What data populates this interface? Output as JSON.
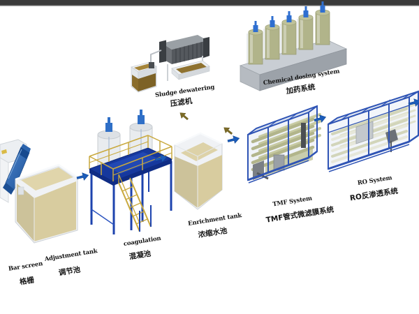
{
  "window": {
    "top_bar_color": "#3a3a3a",
    "background": "#ffffff"
  },
  "diagram": {
    "type": "wastewater-treatment-process-flow",
    "labels": {
      "bar_screen": {
        "en": "Bar screen",
        "zh": "格栅"
      },
      "adjustment_tank": {
        "en": "Adjustment tank",
        "zh": "调节池"
      },
      "coagulation": {
        "en": "coagulation",
        "zh": "混凝池"
      },
      "enrichment_tank": {
        "en": "Enrichment tank",
        "zh": "浓缩水池"
      },
      "sludge_dewatering": {
        "en": "Sludge dewatering",
        "zh": "压滤机"
      },
      "chemical_dosing": {
        "en": "Chemical dosing system",
        "zh": "加药系统"
      },
      "tmf_system": {
        "en": "TMF System",
        "zh": "TMF管式微滤膜系统"
      },
      "ro_system": {
        "en": "RO System",
        "zh": "RO反渗透系统"
      }
    },
    "colors": {
      "flow_arrow_blue": "#1b5cba",
      "sludge_arrow_brown": "#7c6b26",
      "tank_liquid_tan": "#d8cc9f",
      "skid_frame_blue": "#2f54b5",
      "platform_navy": "#16389d",
      "railing_yellow": "#c9a93e",
      "dosing_tank_olive": "#b1b48a",
      "sludge_brown": "#8a6d2c",
      "press_machine_gray": "#5f6468"
    }
  }
}
